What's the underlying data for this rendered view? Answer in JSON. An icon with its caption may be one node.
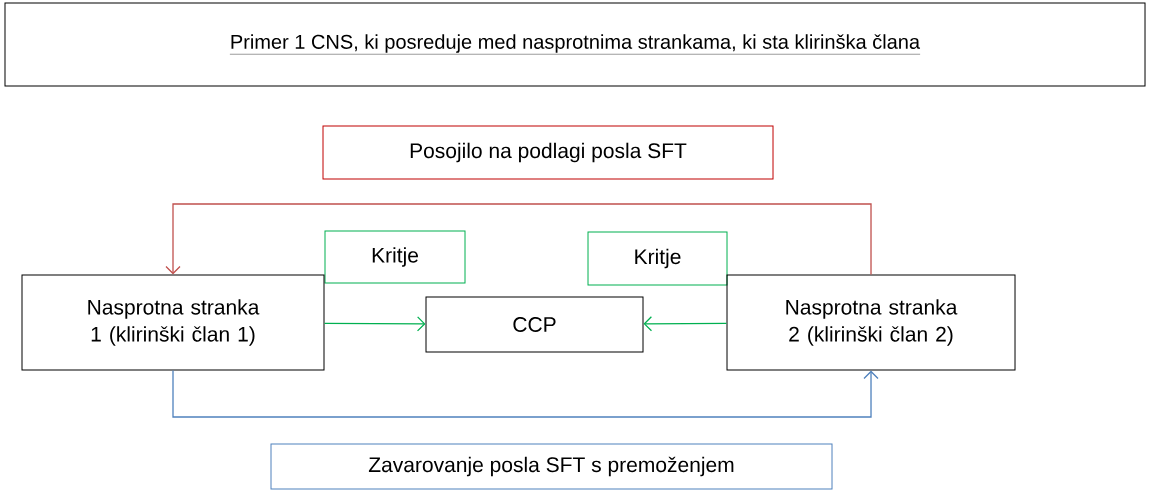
{
  "diagram": {
    "nodes": [
      {
        "text": [
          "Primer 1 CNS, ki posreduje med nasprotnima strankama, ki sta klirinška člana"
        ]
      },
      {
        "text": [
          "Posojilo na podlagi posla SFT"
        ]
      },
      {
        "text": [
          "Kritje"
        ]
      },
      {
        "text": [
          "Kritje"
        ]
      },
      {
        "text": [
          "Nasprotna stranka 1 (klirinški član 1)"
        ]
      },
      {
        "text": [
          "CCP"
        ]
      },
      {
        "text": [
          "Nasprotna stranka 2 (klirinški član 2)"
        ]
      },
      {
        "text": [
          "Zavarovanje posla SFT s premoženjem"
        ]
      }
    ],
    "edges": [
      {
        "from": 6,
        "to": 4,
        "arrow": "to",
        "color": "#c0504d"
      },
      {
        "from": 4,
        "to": 5,
        "arrow": "to",
        "color": "#00b050"
      },
      {
        "from": 6,
        "to": 5,
        "arrow": "to",
        "color": "#00b050"
      },
      {
        "from": 4,
        "to": 6,
        "arrow": "to",
        "color": "#4f81bd"
      }
    ]
  }
}
